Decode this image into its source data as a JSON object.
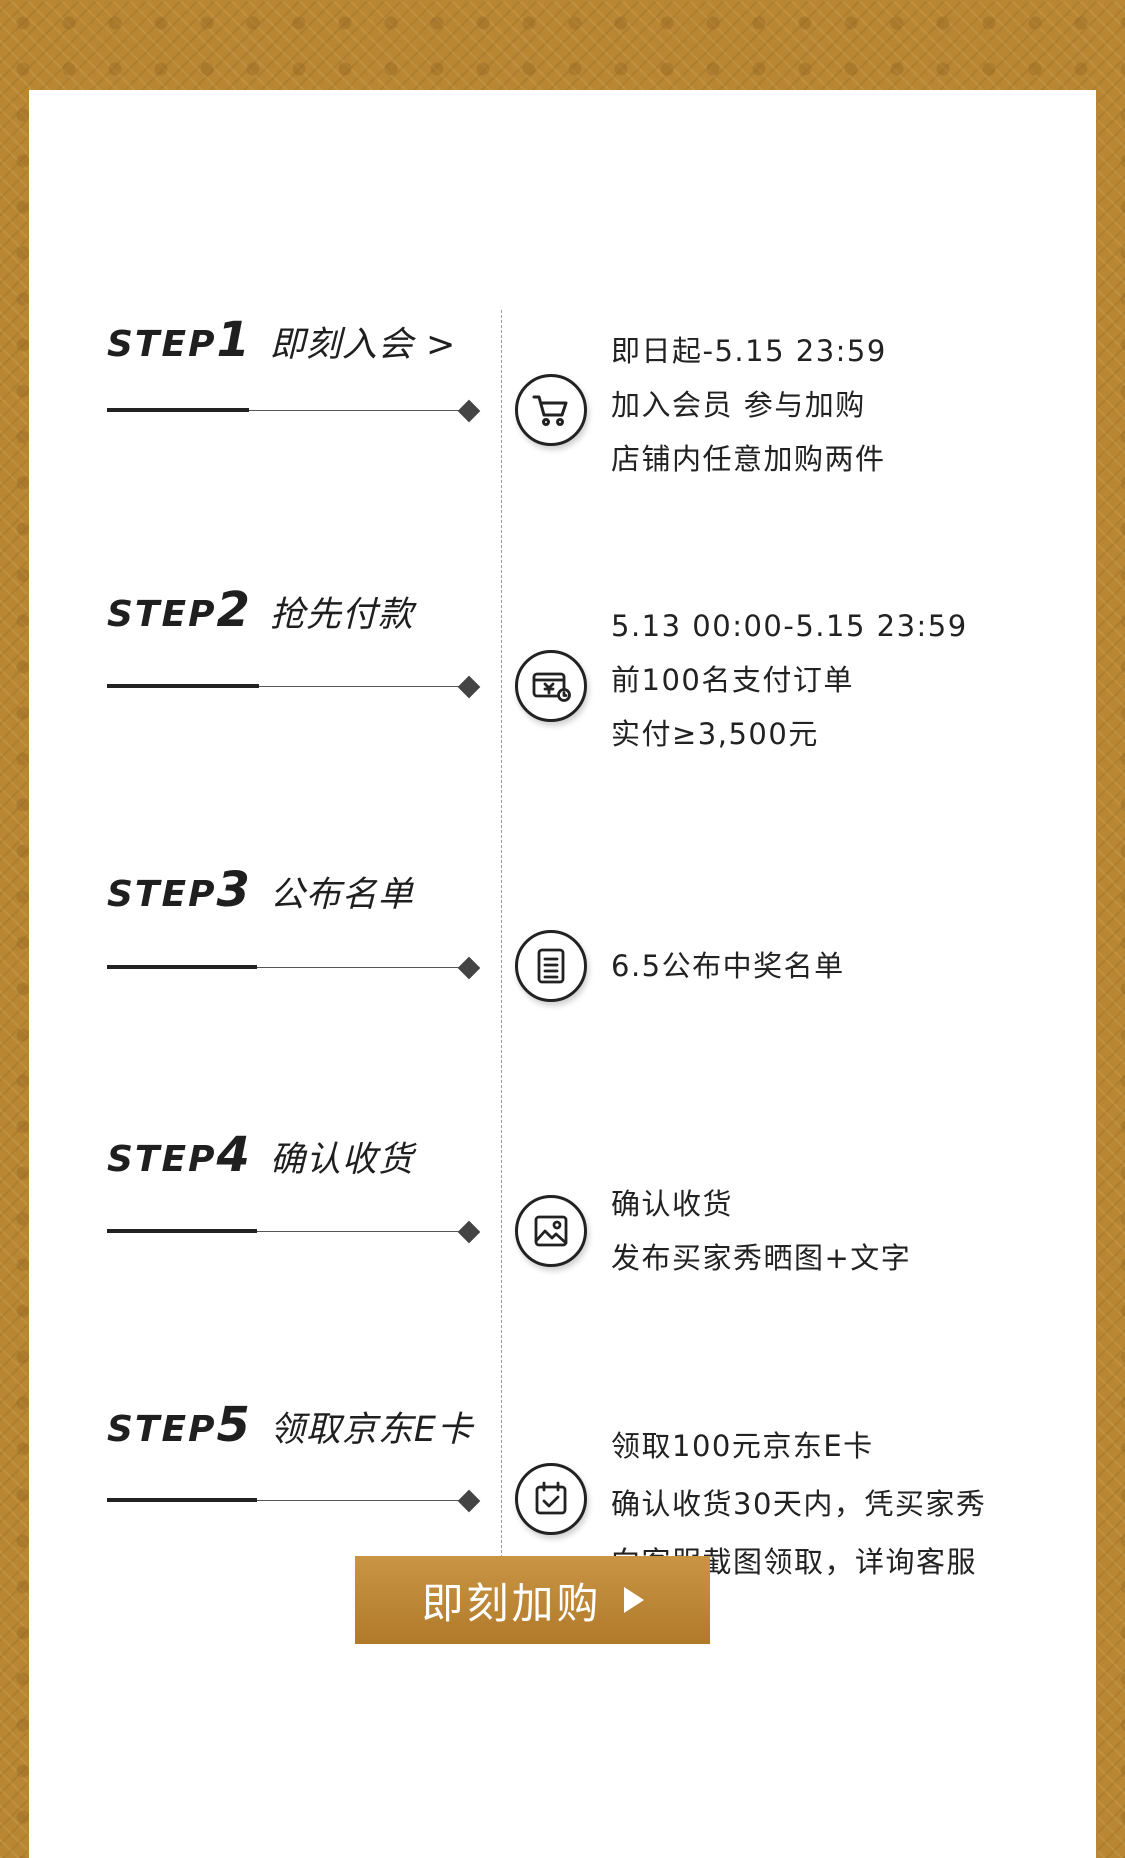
{
  "steps": [
    {
      "step_word": "STEP",
      "number": "1",
      "label": "即刻入会 >",
      "icon": "shopping-cart-icon",
      "lines": [
        "即日起-5.15 23:59",
        "加入会员 参与加购",
        "店铺内任意加购两件"
      ]
    },
    {
      "step_word": "STEP",
      "number": "2",
      "label": "抢先付款",
      "icon": "payment-yen-icon",
      "lines": [
        "5.13 00:00-5.15 23:59",
        "前100名支付订单",
        "实付≥3,500元"
      ]
    },
    {
      "step_word": "STEP",
      "number": "3",
      "label": "公布名单",
      "icon": "document-list-icon",
      "lines": [
        "6.5公布中奖名单"
      ]
    },
    {
      "step_word": "STEP",
      "number": "4",
      "label": "确认收货",
      "icon": "image-icon",
      "lines": [
        "确认收货",
        "发布买家秀晒图+文字"
      ]
    },
    {
      "step_word": "STEP",
      "number": "5",
      "label": "领取京东E卡",
      "icon": "calendar-check-icon",
      "lines": [
        "领取100元京东E卡",
        "确认收货30天内，凭买家秀",
        "向客服截图领取，详询客服"
      ]
    }
  ],
  "cta": {
    "label": "即刻加购",
    "icon": "play-arrow-icon"
  },
  "colors": {
    "background": "#b98734",
    "card": "#ffffff",
    "button": "#bd8535",
    "text": "#222222"
  }
}
